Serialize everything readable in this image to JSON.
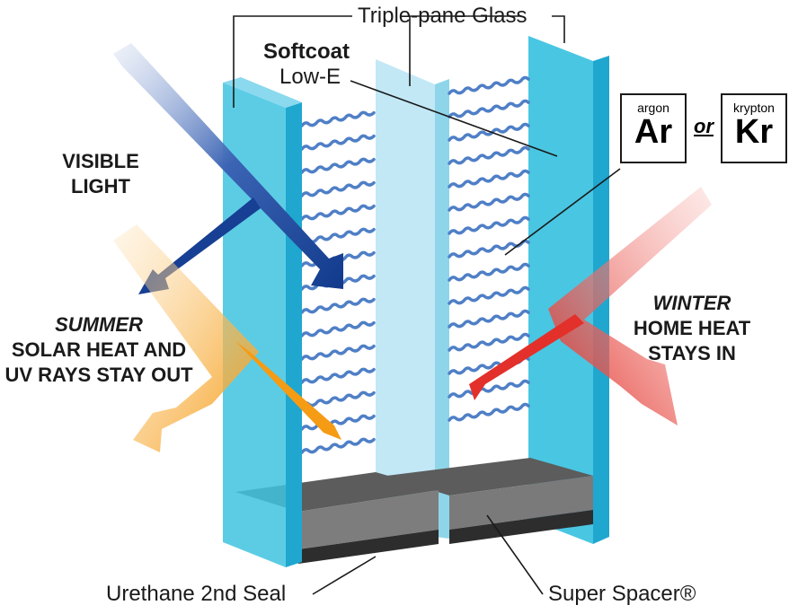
{
  "labels": {
    "triple_pane": "Triple-pane Glass",
    "softcoat": "Softcoat",
    "low_e": "Low-E",
    "visible_light": [
      "VISIBLE",
      "LIGHT"
    ],
    "summer_title": "SUMMER",
    "summer_text": [
      "SOLAR HEAT AND",
      "UV RAYS STAY OUT"
    ],
    "winter_title": "WINTER",
    "winter_text": [
      "HOME HEAT",
      "STAYS IN"
    ],
    "urethane": "Urethane 2nd Seal",
    "super_spacer": "Super Spacer®",
    "or": "or"
  },
  "gases": [
    {
      "name": "argon",
      "symbol": "Ar"
    },
    {
      "name": "krypton",
      "symbol": "Kr"
    }
  ],
  "colors": {
    "glass": "#3fc3e0",
    "glass_light": "#a9def0",
    "gas_wave": "#4f7fc6",
    "visible_light_arrow": "#173f93",
    "summer_arrow": "#f7a01c",
    "winter_arrow": "#e8372e",
    "spacer_top": "#6f6f6f",
    "spacer_dark": "#3a3a3a"
  }
}
